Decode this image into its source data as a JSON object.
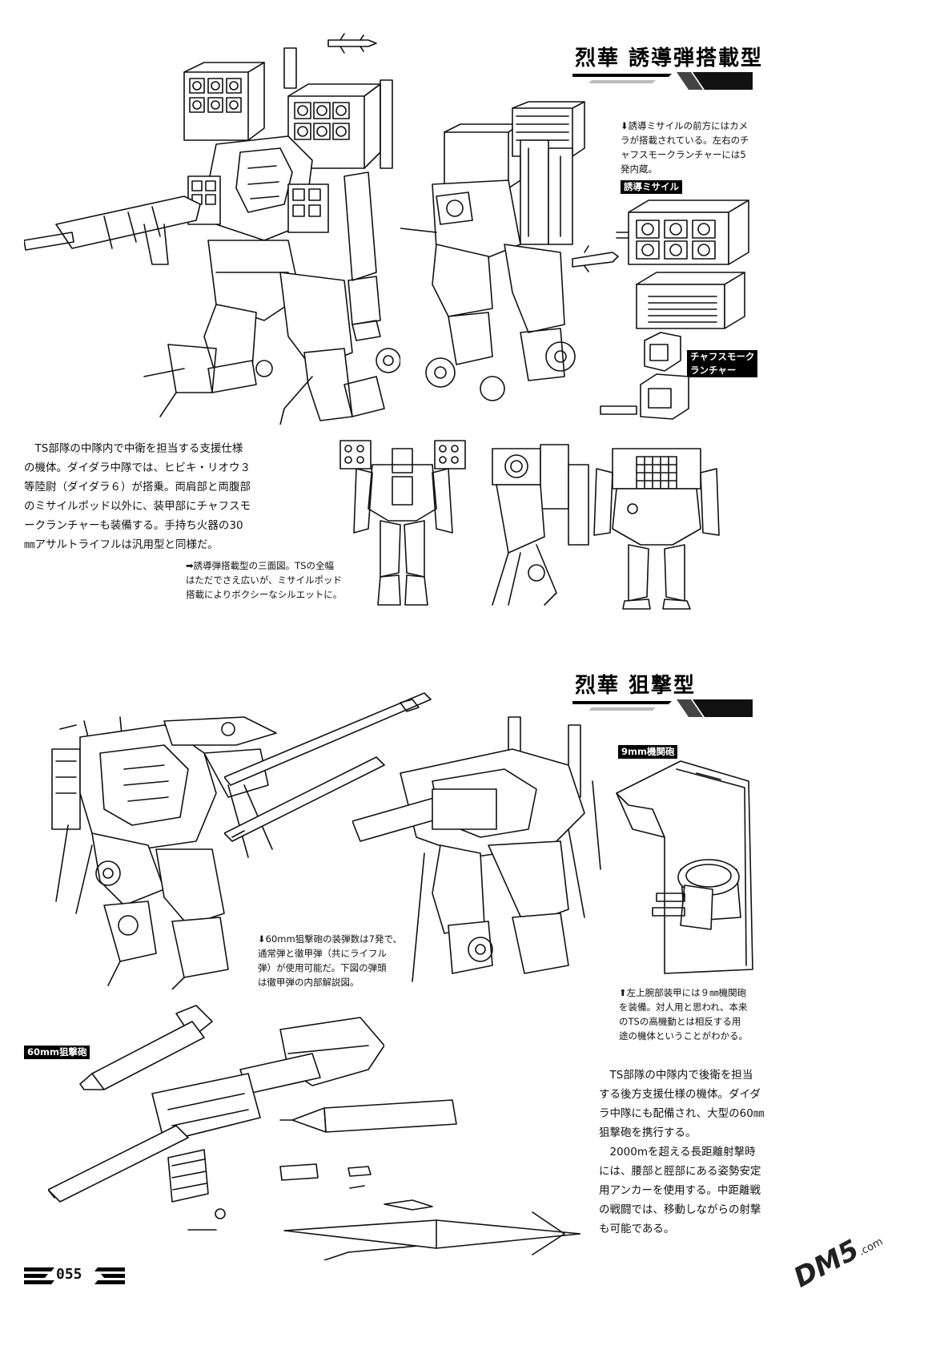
{
  "section_missile": {
    "title": "烈華 誘導弾搭載型",
    "caption_missile": [
      "⬇誘導ミサイルの前方にはカメ",
      "ラが搭載されている。左右のチ",
      "ャフスモークランチャーには5",
      "発内蔵。"
    ],
    "label_missile": "誘導ミサイル",
    "label_chaff": [
      "チャフスモーク",
      "ランチャー"
    ],
    "body": [
      "TS部隊の中隊内で中衛を担当する支援仕様",
      "の機体。ダイダラ中隊では、ヒビキ・リオウ３",
      "等陸尉（ダイダラ６）が搭乗。両肩部と両腹部",
      "のミサイルポッド以外に、装甲部にチャフスモ",
      "ークランチャーも装備する。手持ち火器の30",
      "㎜アサルトライフルは汎用型と同様だ。"
    ],
    "caption_three_view": [
      "➡誘導弾搭載型の三面図。TSの全幅",
      "はただでさえ広いが、ミサイルポッド",
      "搭載によりボクシーなシルエットに。"
    ]
  },
  "section_sniper": {
    "title": "烈華 狙撃型",
    "label_9mm": "9mm機関砲",
    "caption_9mm": [
      "⬆左上腕部装甲には９㎜機関砲",
      "を装備。対人用と思われ、本来",
      "のTSの高機動とは相反する用",
      "途の機体ということがわかる。"
    ],
    "caption_60mm": [
      "⬇60mm狙撃砲の装弾数は7発で、",
      "通常弾と徹甲弾（共にライフル",
      "弾）が使用可能だ。下図の弾頭",
      "は徹甲弾の内部解説図。"
    ],
    "label_60mm": "60mm狙撃砲",
    "body": [
      "TS部隊の中隊内で後衛を担当",
      "する後方支援仕様の機体。ダイダ",
      "ラ中隊にも配備され、大型の60㎜",
      "狙撃砲を携行する。",
      "2000mを超える長距離射撃時",
      "には、腰部と脛部にある姿勢安定",
      "用アンカーを使用する。中距離戦",
      "の戦闘では、移動しながらの射撃",
      "も可能である。"
    ]
  },
  "footer": {
    "page_number": "055",
    "watermark": "DM5",
    "watermark_domain": ".com"
  }
}
